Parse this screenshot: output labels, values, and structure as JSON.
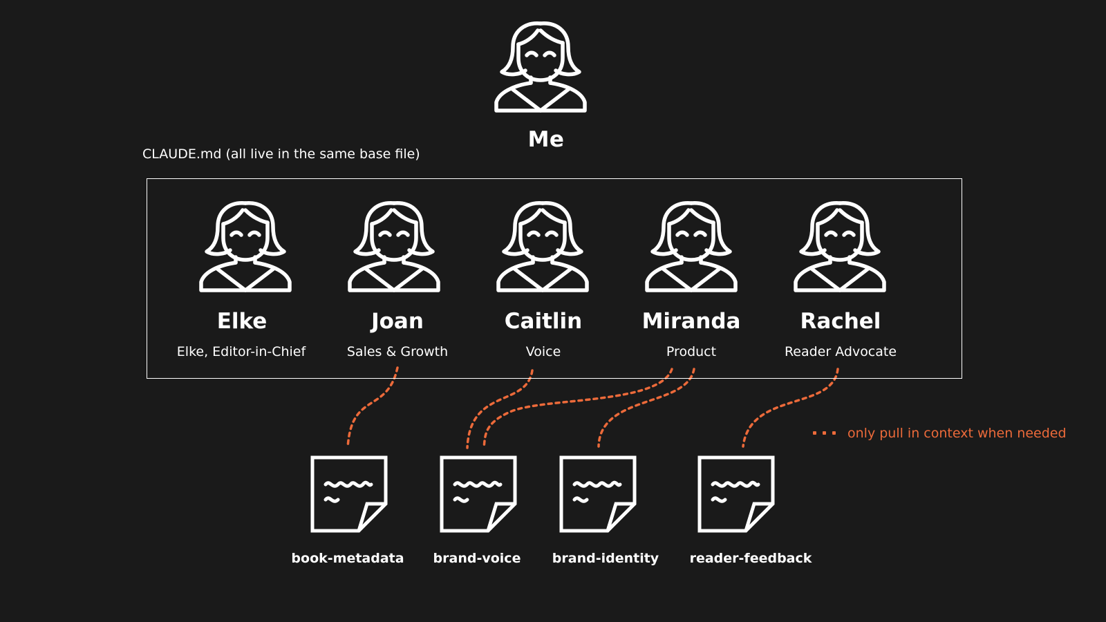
{
  "diagram": {
    "me": {
      "name": "Me",
      "icon": "woman-person-icon"
    },
    "file_caption": "CLAUDE.md (all live in the same base file)",
    "agents": [
      {
        "name": "Elke",
        "role": "Elke, Editor-in-Chief",
        "icon": "woman-person-icon"
      },
      {
        "name": "Joan",
        "role": "Sales & Growth",
        "icon": "woman-person-icon"
      },
      {
        "name": "Caitlin",
        "role": "Voice",
        "icon": "woman-person-icon"
      },
      {
        "name": "Miranda",
        "role": "Product",
        "icon": "woman-person-icon"
      },
      {
        "name": "Rachel",
        "role": "Reader Advocate",
        "icon": "woman-person-icon"
      }
    ],
    "documents": [
      {
        "label": "book-metadata",
        "icon": "document-note-icon"
      },
      {
        "label": "brand-voice",
        "icon": "document-note-icon"
      },
      {
        "label": "brand-identity",
        "icon": "document-note-icon"
      },
      {
        "label": "reader-feedback",
        "icon": "document-note-icon"
      }
    ],
    "connections": [
      {
        "from": "Joan",
        "to": "book-metadata"
      },
      {
        "from": "Caitlin",
        "to": "brand-voice"
      },
      {
        "from": "Miranda",
        "to": "brand-voice"
      },
      {
        "from": "Miranda",
        "to": "brand-identity"
      },
      {
        "from": "Rachel",
        "to": "reader-feedback"
      }
    ],
    "legend": {
      "label": "only pull in context when needed",
      "style": "dotted-line"
    },
    "colors": {
      "background": "#1a1a1a",
      "foreground": "#ffffff",
      "accent": "#ec6a3a"
    }
  }
}
